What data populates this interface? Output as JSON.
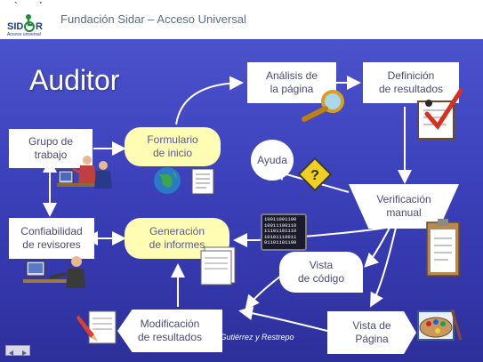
{
  "header": {
    "logo_top_text": "FUNDACION",
    "logo_main_text": "SIDAR",
    "logo_sub_text": "Acceso universal",
    "title": "Fundación Sidar – Acceso Universal"
  },
  "slide": {
    "title": "Auditor",
    "footer_text": "e Gutiérrez y Restrepo"
  },
  "nodes": {
    "grupo_trabajo": "Grupo de\ntrabajo",
    "formulario_inicio": "Formulario\nde inicio",
    "analisis_pagina": "Análisis de\nla página",
    "definicion_resultados": "Definición\nde resultados",
    "ayuda": "Ayuda",
    "verificacion_manual": "Verificación\nmanual",
    "confiabilidad_revisores": "Confiabilidad\nde revisores",
    "generacion_informes": "Generación\nde informes",
    "vista_codigo": "Vista\nde código",
    "modificacion_resultados": "Modificación\nde resultados",
    "vista_pagina": "Vista de\nPágina"
  },
  "binary_text": "10011001100\n10011100110\n11101101110\n10101110011\n01101101100",
  "colors": {
    "background_top": "#4a52cc",
    "background_bottom": "#2d2f9a",
    "box_white": "#ffffff",
    "box_yellow": "#fffdb4",
    "text": "#4a4a78",
    "header_text": "#5a6b86",
    "logo_green": "#1e8a3a",
    "logo_blue": "#1a3a8a"
  },
  "icons": [
    "wheelchair-logo-icon",
    "people-meeting-clipart",
    "globe-icon",
    "magnifier-icon",
    "checklist-icon",
    "warning-sign-icon",
    "clipboard-icon",
    "computer-user-clipart",
    "document-icon",
    "pencil-icon",
    "paint-palette-icon",
    "binary-screen-icon",
    "navigation-icon"
  ]
}
